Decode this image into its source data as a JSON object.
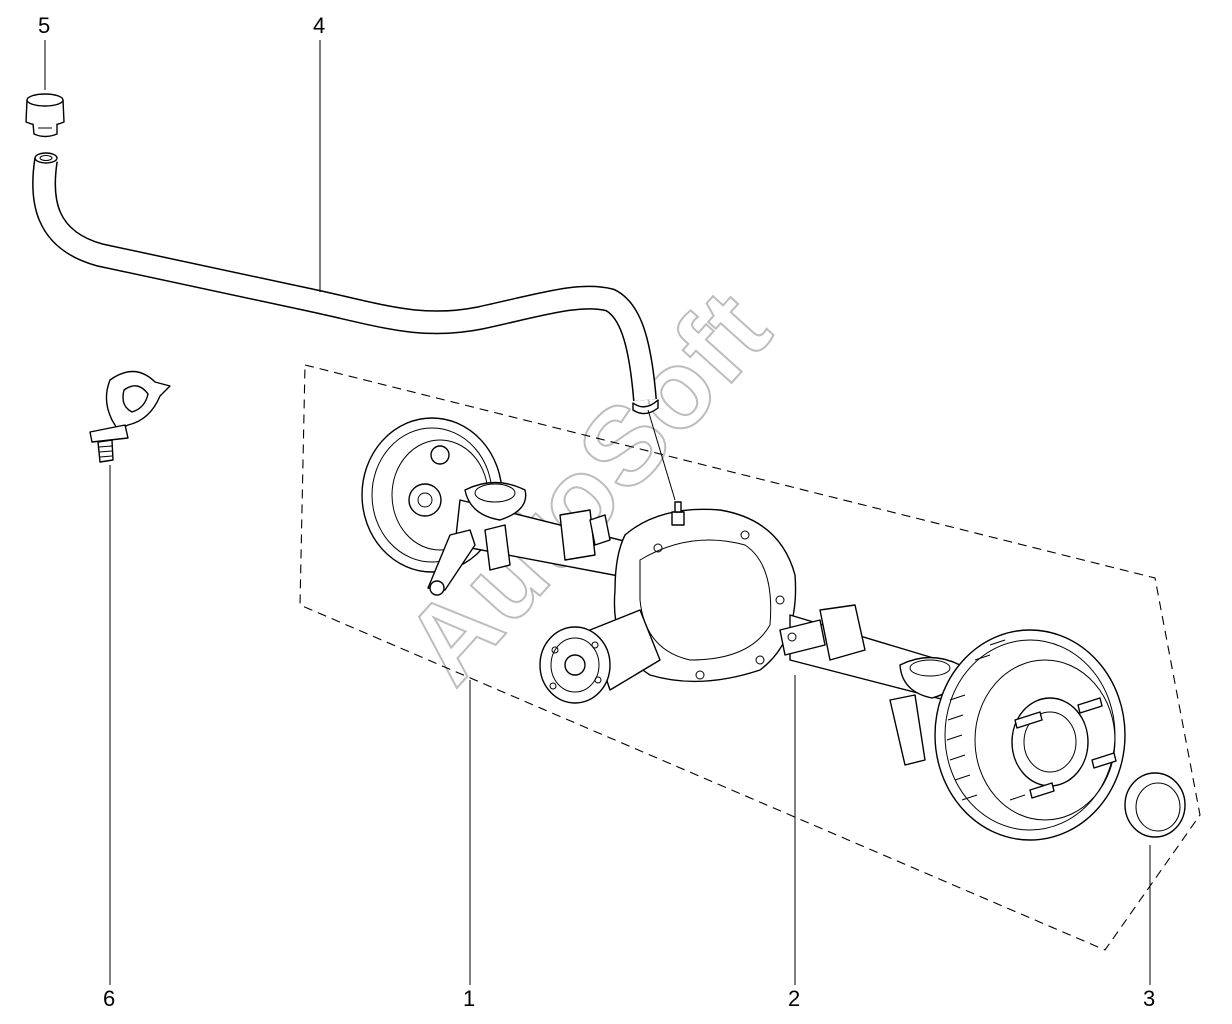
{
  "watermark": "AutoSoft",
  "callouts": [
    {
      "id": "1",
      "label": "1"
    },
    {
      "id": "2",
      "label": "2"
    },
    {
      "id": "3",
      "label": "3"
    },
    {
      "id": "4",
      "label": "4"
    },
    {
      "id": "5",
      "label": "5"
    },
    {
      "id": "6",
      "label": "6"
    }
  ]
}
